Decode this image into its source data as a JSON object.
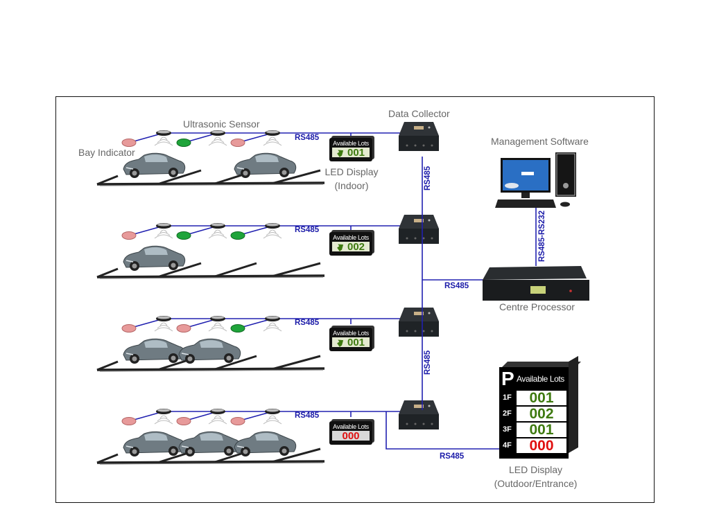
{
  "labels": {
    "bay_indicator": "Bay Indicator",
    "ultrasonic_sensor": "Ultrasonic Sensor",
    "data_collector": "Data Collector",
    "management_software": "Management Software",
    "led_display_indoor_line1": "LED Display",
    "led_display_indoor_line2": "(Indoor)",
    "centre_processor": "Centre Processor",
    "led_display_outdoor_line1": "LED Display",
    "led_display_outdoor_line2": "(Outdoor/Entrance)"
  },
  "bus_labels": {
    "floor_bus": "RS485",
    "collector_link": "RS485",
    "processor_link": "RS485",
    "software_link": "RS485-RS232",
    "outdoor_link": "RS485"
  },
  "floors": [
    {
      "name": "1F",
      "indicators": [
        "occupied",
        "vacant",
        "occupied"
      ],
      "cars": [
        1,
        0,
        1
      ],
      "available": "001",
      "status": "green"
    },
    {
      "name": "2F",
      "indicators": [
        "occupied",
        "vacant",
        "vacant"
      ],
      "cars": [
        1,
        0,
        0
      ],
      "available": "002",
      "status": "green"
    },
    {
      "name": "3F",
      "indicators": [
        "occupied",
        "occupied",
        "vacant"
      ],
      "cars": [
        1,
        1,
        0
      ],
      "available": "001",
      "status": "green"
    },
    {
      "name": "4F",
      "indicators": [
        "occupied",
        "occupied",
        "occupied"
      ],
      "cars": [
        1,
        1,
        1
      ],
      "available": "000",
      "status": "red"
    }
  ],
  "indoor_display": {
    "header": "Available Lots"
  },
  "outdoor_display": {
    "logo": "P",
    "header": "Available Lots",
    "rows": [
      {
        "floor": "1F",
        "value": "001",
        "status": "green"
      },
      {
        "floor": "2F",
        "value": "002",
        "status": "green"
      },
      {
        "floor": "3F",
        "value": "001",
        "status": "green"
      },
      {
        "floor": "4F",
        "value": "000",
        "status": "red"
      }
    ]
  },
  "colors": {
    "bus_line": "#2020b0",
    "vacant": "#1fa43a",
    "occupied": "#e79a9a",
    "count_green": "#3e7a10",
    "count_red": "#e01010"
  }
}
